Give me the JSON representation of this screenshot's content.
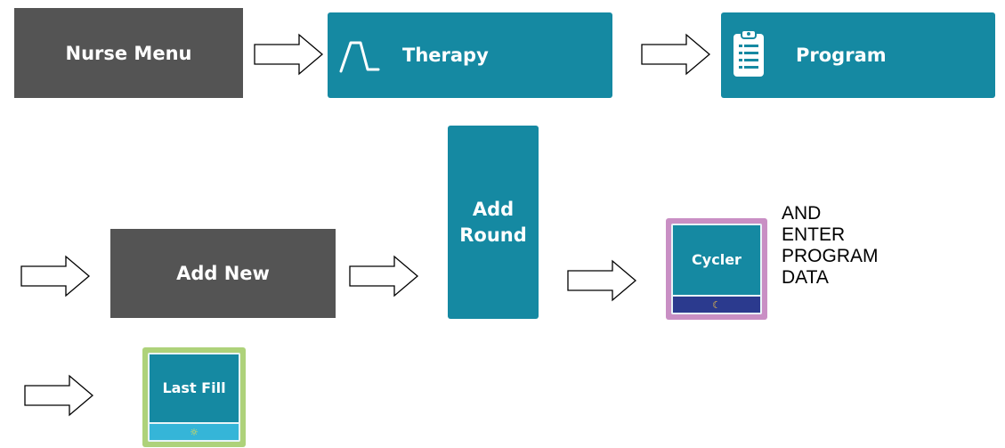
{
  "steps": {
    "nurse_menu": "Nurse Menu",
    "therapy": "Therapy",
    "program": "Program",
    "add_new": "Add New",
    "add_round_line1": "Add",
    "add_round_line2": "Round",
    "cycler": "Cycler",
    "last_fill": "Last Fill"
  },
  "note_lines": [
    "AND",
    "ENTER",
    "PROGRAM",
    "DATA"
  ],
  "icons": {
    "therapy": "therapy-curve-icon",
    "program": "clipboard-icon",
    "cycler_status": "moon-icon",
    "last_fill_status": "sun-icon"
  },
  "symbols": {
    "moon": "☾",
    "sun": "☼"
  },
  "colors": {
    "dark_button": "#545454",
    "teal_button": "#1589a2",
    "cycler_border": "#c98fc4",
    "cycler_strip": "#2b3a8e",
    "last_fill_border": "#aed27a",
    "last_fill_strip": "#35b5d8"
  }
}
